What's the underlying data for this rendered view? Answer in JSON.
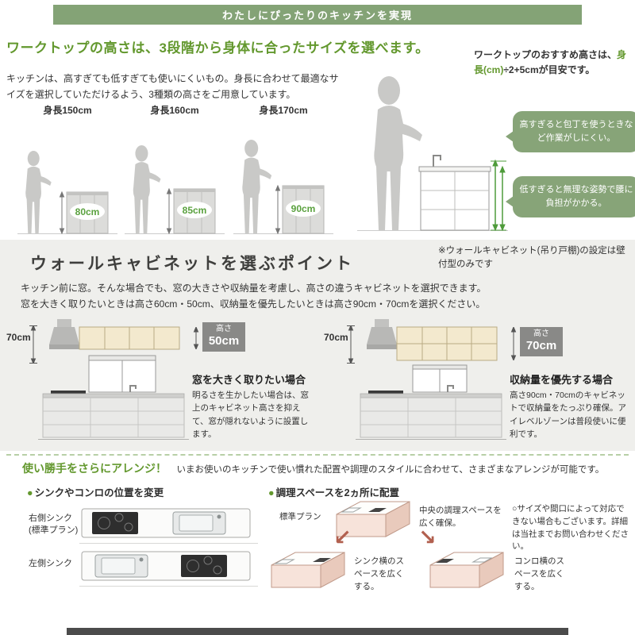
{
  "banner": {
    "title": "わたしにぴったりのキッチンを実現"
  },
  "worktop": {
    "heading": "ワークトップの高さは、3段階から身体に合ったサイズを選べます。",
    "tip": {
      "pre": "ワークトップのおすすめ高さは、",
      "highlight": "身長(cm)",
      "post": "÷2+5cmが目安です。"
    },
    "description": "キッチンは、高すぎても低すぎても使いにくいもの。身長に合わせて最適なサイズを選択していただけるよう、3種類の高さをご用意しています。",
    "figures": [
      {
        "height": "身長150cm",
        "counter": "80cm"
      },
      {
        "height": "身長160cm",
        "counter": "85cm"
      },
      {
        "height": "身長170cm",
        "counter": "90cm"
      }
    ],
    "callouts": {
      "too_high": "高すぎると包丁を使うときなど作業がしにくい。",
      "too_low": "低すぎると無理な姿勢で腰に負担がかかる。"
    }
  },
  "wall_cabinet": {
    "heading": "ウォールキャビネットを選ぶポイント",
    "note": "※ウォールキャビネット(吊り戸棚)の設定は壁付型のみです",
    "description_line1": "キッチン前に窓。そんな場合でも、窓の大きさや収納量を考慮し、高さの違うキャビネットを選択できます。",
    "description_line2": "窓を大きく取りたいときは高さ60cm・50cm、収納量を優先したいときは高さ90cm・70cmを選択ください。",
    "cases": [
      {
        "side_height": "70cm",
        "badge_label": "高さ",
        "badge_value": "50cm",
        "title": "窓を大きく取りたい場合",
        "description": "明るさを生かしたい場合は、窓上のキャビネット高さを抑えて、窓が隠れないように設置します。"
      },
      {
        "side_height": "70cm",
        "badge_label": "高さ",
        "badge_value": "70cm",
        "title": "収納量を優先する場合",
        "description": "高さ90cm・70cmのキャビネットで収納量をたっぷり確保。アイレベルゾーンは普段使いに便利です。"
      }
    ]
  },
  "arrange": {
    "heading": "使い勝手をさらにアレンジ！",
    "lead": "いまお使いのキッチンで使い慣れた配置や調理のスタイルに合わせて、さまざまなアレンジが可能です。",
    "sink_position": {
      "bullet": "●",
      "title": "シンクやコンロの位置を変更",
      "rows": [
        {
          "label": "右側シンク",
          "sublabel": "(標準プラン)"
        },
        {
          "label": "左側シンク",
          "sublabel": ""
        }
      ]
    },
    "two_spaces": {
      "bullet": "●",
      "title": "調理スペースを2ヵ所に配置",
      "standard_label": "標準プラン",
      "standard_note": "中央の調理スペースを広く確保。",
      "variants": [
        {
          "caption": "シンク横のスペースを広くする。"
        },
        {
          "caption": "コンロ横のスペースを広くする。"
        }
      ]
    },
    "disclaimer": "○サイズや間口によって対応できない場合もございます。詳細は当社までお問い合わせください。"
  },
  "colors": {
    "accent_green": "#63982e",
    "banner_green": "#84a376",
    "badge_gray": "#898987",
    "arrow_red": "#b2604f"
  }
}
